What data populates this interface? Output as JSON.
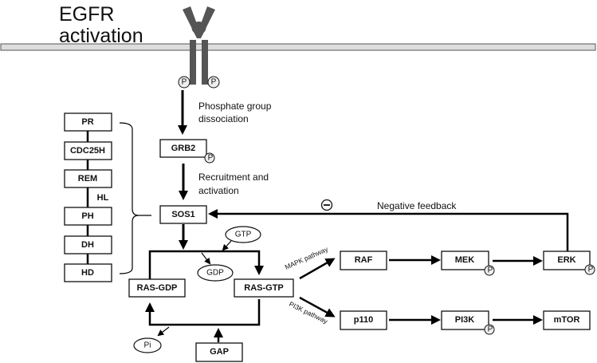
{
  "title": {
    "line1": "EGFR",
    "line2": "activation"
  },
  "phospho_label": "P",
  "steps": {
    "phosphate_line1": "Phosphate group",
    "phosphate_line2": "dissociation",
    "recruit_line1": "Recruitment and",
    "recruit_line2": "activation"
  },
  "sos1_domains": [
    "PR",
    "CDC25H",
    "REM",
    "PH",
    "DH",
    "HD"
  ],
  "hl_label": "HL",
  "nodes": {
    "grb2": "GRB2",
    "sos1": "SOS1",
    "ras_gdp": "RAS-GDP",
    "ras_gtp": "RAS-GTP",
    "gap": "GAP",
    "raf": "RAF",
    "mek": "MEK",
    "erk": "ERK",
    "p110": "p110",
    "pi3k": "PI3K",
    "mtor": "mTOR"
  },
  "molecules": {
    "gtp": "GTP",
    "gdp": "GDP",
    "pi": "Pi"
  },
  "pathways": {
    "mapk": "MAPK pathway",
    "pi3k": "PI3K pathway"
  },
  "feedback": {
    "label": "Negative feedback",
    "symbol": "−"
  }
}
